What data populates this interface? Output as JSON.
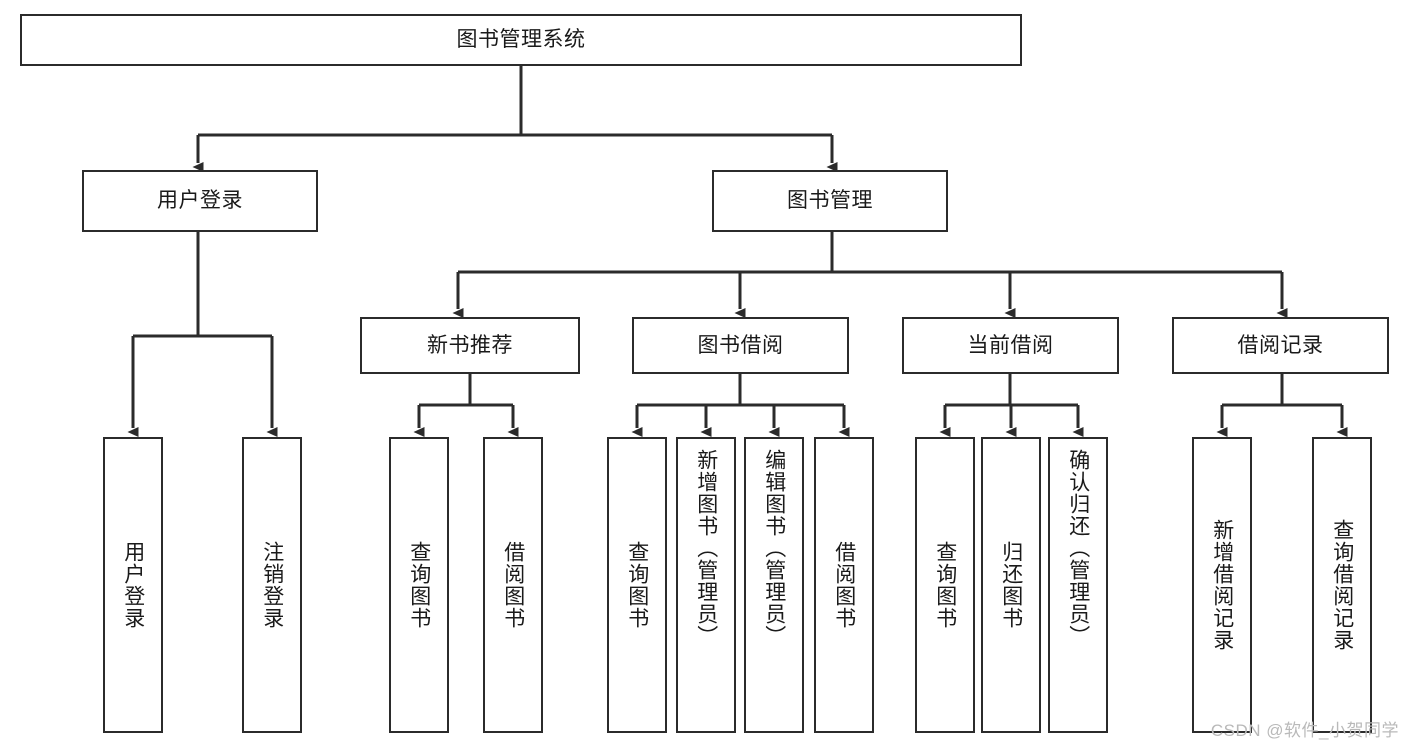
{
  "diagram": {
    "type": "tree",
    "title": "图书管理系统",
    "watermark": "CSDN @软件_小贺同学",
    "colors": {
      "box_border": "#2b2b2b",
      "box_fill": "#ffffff",
      "connector": "#2b2b2b",
      "text": "#1a1a1a",
      "watermark": "#b9b9b9",
      "background": "#ffffff"
    },
    "root": {
      "label": "图书管理系统"
    },
    "level2": [
      {
        "label": "用户登录"
      },
      {
        "label": "图书管理"
      }
    ],
    "level3": [
      {
        "label": "新书推荐"
      },
      {
        "label": "图书借阅"
      },
      {
        "label": "当前借阅"
      },
      {
        "label": "借阅记录"
      }
    ],
    "leaves": [
      {
        "label": "用户登录",
        "parent": "用户登录"
      },
      {
        "label": "注销登录",
        "parent": "用户登录"
      },
      {
        "label": "查询图书",
        "parent": "新书推荐"
      },
      {
        "label": "借阅图书",
        "parent": "新书推荐"
      },
      {
        "label": "查询图书",
        "parent": "图书借阅"
      },
      {
        "label": "新增图书（管理员）",
        "parent": "图书借阅"
      },
      {
        "label": "编辑图书（管理员）",
        "parent": "图书借阅"
      },
      {
        "label": "借阅图书",
        "parent": "图书借阅"
      },
      {
        "label": "查询图书",
        "parent": "当前借阅"
      },
      {
        "label": "归还图书",
        "parent": "当前借阅"
      },
      {
        "label": "确认归还（管理员）",
        "parent": "当前借阅"
      },
      {
        "label": "新增借阅记录",
        "parent": "借阅记录"
      },
      {
        "label": "查询借阅记录",
        "parent": "借阅记录"
      }
    ]
  }
}
